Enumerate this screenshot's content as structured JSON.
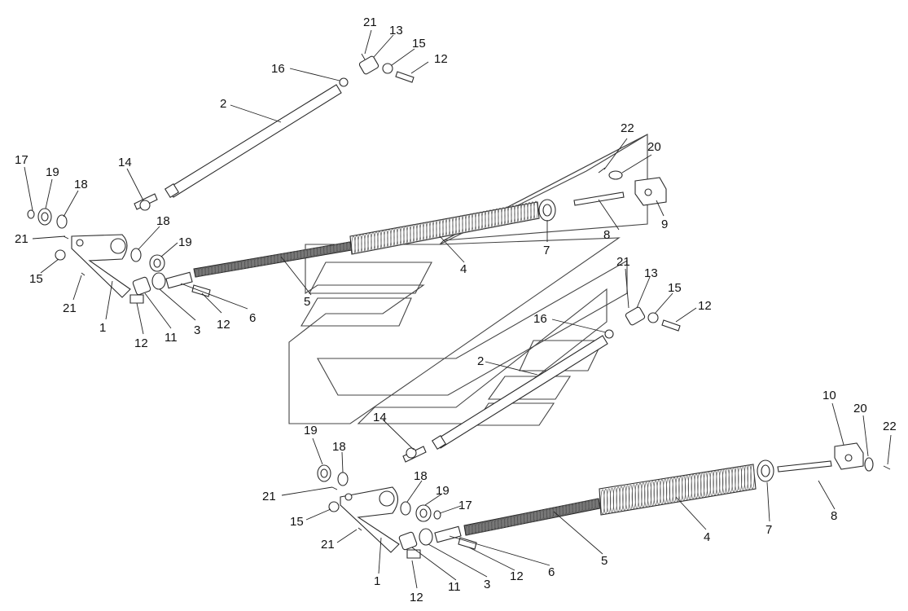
{
  "diagram": {
    "type": "exploded-parts-drawing",
    "callouts_upper": {
      "c21a": "21",
      "c13a": "13",
      "c15a": "15",
      "c12a": "12",
      "c16a": "16",
      "c2a": "2",
      "c17a": "17",
      "c19a": "19",
      "c18a": "18",
      "c14a": "14",
      "c18b": "18",
      "c19b": "19",
      "c21b": "21",
      "c15b": "15",
      "c21c": "21",
      "c1a": "1",
      "c12b": "12",
      "c11a": "11",
      "c3a": "3",
      "c12c": "12",
      "c6a": "6",
      "c5a": "5",
      "c4a": "4",
      "c7a": "7",
      "c8a": "8",
      "c9a": "9",
      "c22a": "22",
      "c20a": "20"
    },
    "callouts_lower": {
      "c21d": "21",
      "c13b": "13",
      "c15c": "15",
      "c12d": "12",
      "c16b": "16",
      "c2b": "2",
      "c14b": "14",
      "c19c": "19",
      "c18c": "18",
      "c21e": "21",
      "c15d": "15",
      "c21f": "21",
      "c18d": "18",
      "c19d": "19",
      "c17b": "17",
      "c1b": "1",
      "c12e": "12",
      "c11b": "11",
      "c3b": "3",
      "c12f": "12",
      "c6b": "6",
      "c5b": "5",
      "c4b": "4",
      "c7b": "7",
      "c8b": "8",
      "c10a": "10",
      "c20b": "20",
      "c22b": "22"
    }
  }
}
